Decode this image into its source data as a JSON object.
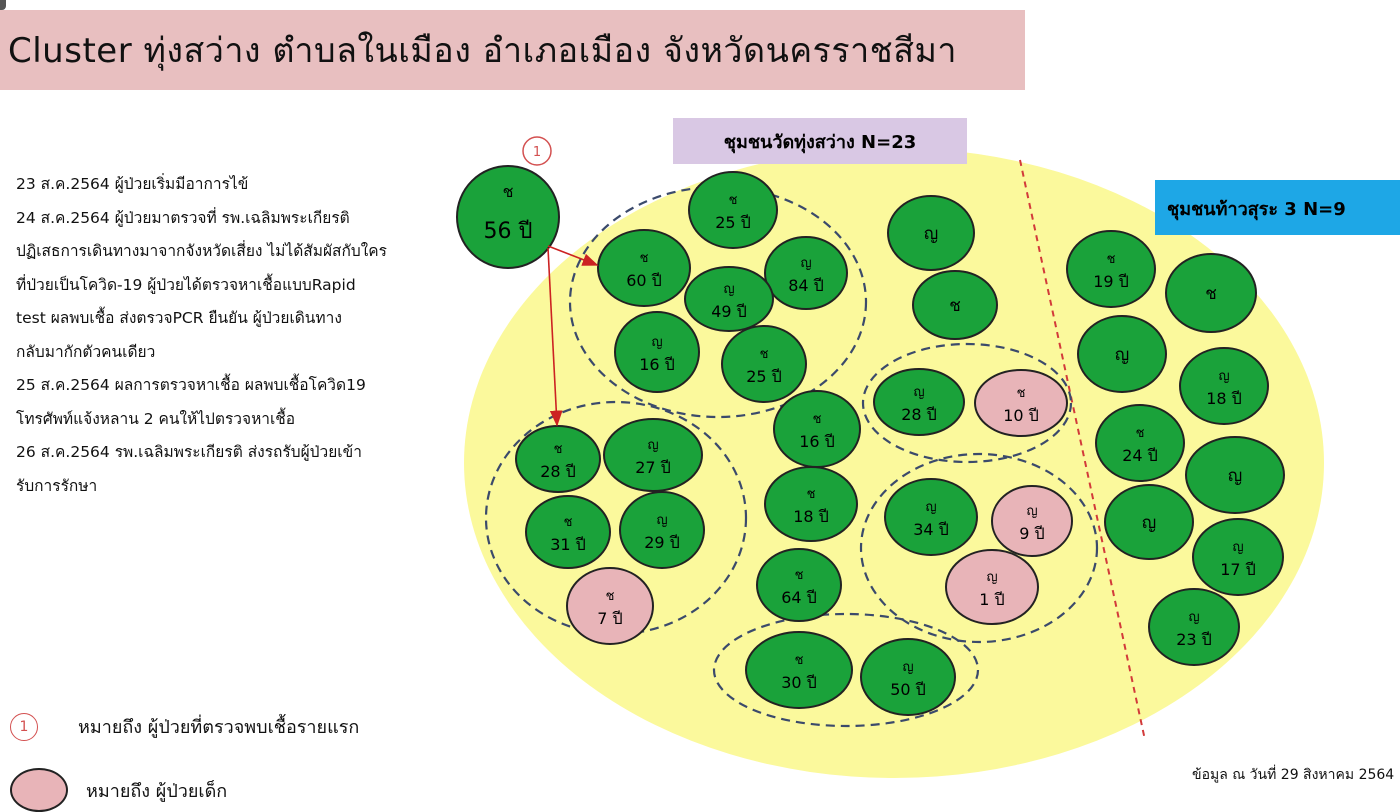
{
  "title": "Cluster ทุ่งสว่าง  ตำบลในเมือง  อำเภอเมือง จังหวัดนครราชสีมา",
  "timeline": [
    "23 ส.ค.2564  ผู้ป่วยเริ่มมีอาการไข้",
    "24 ส.ค.2564 ผู้ป่วยมาตรวจที่ รพ.เฉลิมพระเกียรติ",
    "ปฏิเสธการเดินทางมาจากจังหวัดเสี่ยง ไม่ได้สัมผัสกับใคร",
    "ที่ป่วยเป็นโควิด-19  ผู้ป่วยได้ตรวจหาเชื้อแบบRapid",
    "test  ผลพบเชื้อ ส่งตรวจPCR ยืนยัน  ผู้ป่วยเดินทาง",
    "กลับมากักตัวคนเดียว",
    "25 ส.ค.2564 ผลการตรวจหาเชื้อ ผลพบเชื้อโควิด19",
    "โทรศัพท์แจ้งหลาน 2 คนให้ไปตรวจหาเชื้อ",
    "26 ส.ค.2564  รพ.เฉลิมพระเกียรติ  ส่งรถรับผู้ป่วยเข้า",
    "รับการรักษา"
  ],
  "communities": [
    {
      "id": "wat",
      "label": "ชุมชนวัดทุ่งสว่าง N=23",
      "bg": "#d9c8e4"
    },
    {
      "id": "thao",
      "label": "ชุมชนท้าวสุระ 3 N=9",
      "bg": "#1ea7e6"
    }
  ],
  "index_case": {
    "marker": "1",
    "sex": "ช",
    "age": "56 ปี"
  },
  "colors": {
    "green": "#1aa23a",
    "pink": "#e8b4b8",
    "yellow": "#fbf99c",
    "arrow": "#cc2222",
    "dash": "#3b4a6b",
    "divider": "#d23a3a"
  },
  "nodes": [
    {
      "id": "n1",
      "sex": "ช",
      "age": "25 ปี",
      "color": "green"
    },
    {
      "id": "n2",
      "sex": "ช",
      "age": "60 ปี",
      "color": "green"
    },
    {
      "id": "n3",
      "sex": "ญ",
      "age": "84 ปี",
      "color": "green"
    },
    {
      "id": "n4",
      "sex": "ญ",
      "age": "49 ปี",
      "color": "green"
    },
    {
      "id": "n5",
      "sex": "ญ",
      "age": "16 ปี",
      "color": "green"
    },
    {
      "id": "n6",
      "sex": "ช",
      "age": "25 ปี",
      "color": "green"
    },
    {
      "id": "n7",
      "sex": "ญ",
      "age": "",
      "color": "green"
    },
    {
      "id": "n8",
      "sex": "ช",
      "age": "",
      "color": "green"
    },
    {
      "id": "n9",
      "sex": "ญ",
      "age": "28 ปี",
      "color": "green"
    },
    {
      "id": "n10",
      "sex": "ช",
      "age": "10 ปี",
      "color": "pink"
    },
    {
      "id": "n11",
      "sex": "ช",
      "age": "28 ปี",
      "color": "green"
    },
    {
      "id": "n12",
      "sex": "ญ",
      "age": "27 ปี",
      "color": "green"
    },
    {
      "id": "n13",
      "sex": "ช",
      "age": "31 ปี",
      "color": "green"
    },
    {
      "id": "n14",
      "sex": "ญ",
      "age": "29 ปี",
      "color": "green"
    },
    {
      "id": "n15",
      "sex": "ช",
      "age": "7 ปี",
      "color": "pink"
    },
    {
      "id": "n16",
      "sex": "ช",
      "age": "16 ปี",
      "color": "green"
    },
    {
      "id": "n17",
      "sex": "ช",
      "age": "18 ปี",
      "color": "green"
    },
    {
      "id": "n18",
      "sex": "ช",
      "age": "64 ปี",
      "color": "green"
    },
    {
      "id": "n19",
      "sex": "ญ",
      "age": "34 ปี",
      "color": "green"
    },
    {
      "id": "n20",
      "sex": "ญ",
      "age": "9 ปี",
      "color": "pink"
    },
    {
      "id": "n21",
      "sex": "ญ",
      "age": "1 ปี",
      "color": "pink"
    },
    {
      "id": "n22",
      "sex": "ช",
      "age": "30 ปี",
      "color": "green"
    },
    {
      "id": "n23",
      "sex": "ญ",
      "age": "50 ปี",
      "color": "green"
    },
    {
      "id": "m1",
      "sex": "ช",
      "age": "19 ปี",
      "color": "green"
    },
    {
      "id": "m2",
      "sex": "ช",
      "age": "",
      "color": "green"
    },
    {
      "id": "m3",
      "sex": "ญ",
      "age": "",
      "color": "green"
    },
    {
      "id": "m4",
      "sex": "ญ",
      "age": "18 ปี",
      "color": "green"
    },
    {
      "id": "m5",
      "sex": "ช",
      "age": "24 ปี",
      "color": "green"
    },
    {
      "id": "m6",
      "sex": "ญ",
      "age": "",
      "color": "green"
    },
    {
      "id": "m7",
      "sex": "ญ",
      "age": "",
      "color": "green"
    },
    {
      "id": "m8",
      "sex": "ญ",
      "age": "17 ปี",
      "color": "green"
    },
    {
      "id": "m9",
      "sex": "ญ",
      "age": "23 ปี",
      "color": "green"
    }
  ],
  "legend": [
    {
      "marker": "1",
      "text": "หมายถึง  ผู้ป่วยที่ตรวจพบเชื้อรายแรก"
    },
    {
      "text": "หมายถึง  ผู้ป่วยเด็ก"
    }
  ],
  "footer": "ข้อมูล ณ วันที่ 29 สิงหาคม 2564"
}
